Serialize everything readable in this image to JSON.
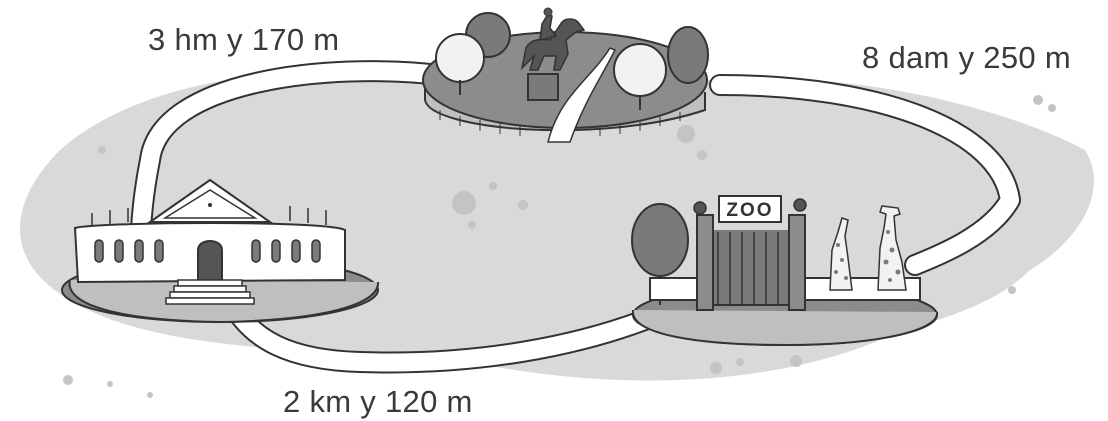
{
  "distances": {
    "plaza_to_museum": "3 hm y 170 m",
    "plaza_to_zoo": "8 dam y 250 m",
    "museum_to_zoo": "2 km y 120 m"
  },
  "zoo": {
    "sign": "ZOO"
  },
  "colors": {
    "ground": "#d9d9d9",
    "path": "#ffffff",
    "platform": "#8c8c8c",
    "tree_dark": "#7a7a7a",
    "tree_light": "#f2f2f2",
    "outline": "#333333",
    "text": "#3a3a3a"
  }
}
